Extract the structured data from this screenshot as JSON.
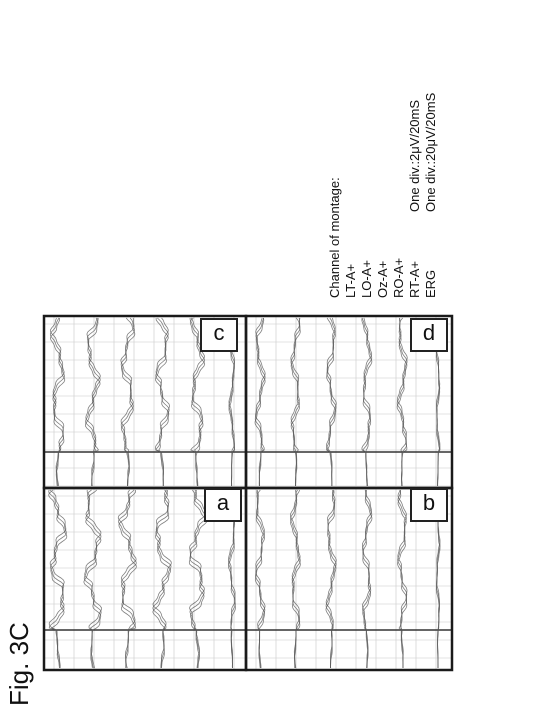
{
  "figure": {
    "title": "Fig. 3C"
  },
  "panels": [
    {
      "id": "a",
      "label": "a"
    },
    {
      "id": "b",
      "label": "b"
    },
    {
      "id": "c",
      "label": "c"
    },
    {
      "id": "d",
      "label": "d"
    }
  ],
  "legend": {
    "heading": "Channel of montage:",
    "channels": [
      {
        "name": "LT-A+",
        "scale": ""
      },
      {
        "name": "LO-A+",
        "scale": ""
      },
      {
        "name": "Oz-A+",
        "scale": ""
      },
      {
        "name": "RO-A+",
        "scale": ""
      },
      {
        "name": "RT-A+",
        "scale": "One div.:2μV/20mS"
      },
      {
        "name": "ERG",
        "scale": "One div.:20μV/20mS"
      }
    ]
  },
  "colors": {
    "frame": "#1a1a1a",
    "grid": "#c8c8c8",
    "trace": "#555555"
  }
}
